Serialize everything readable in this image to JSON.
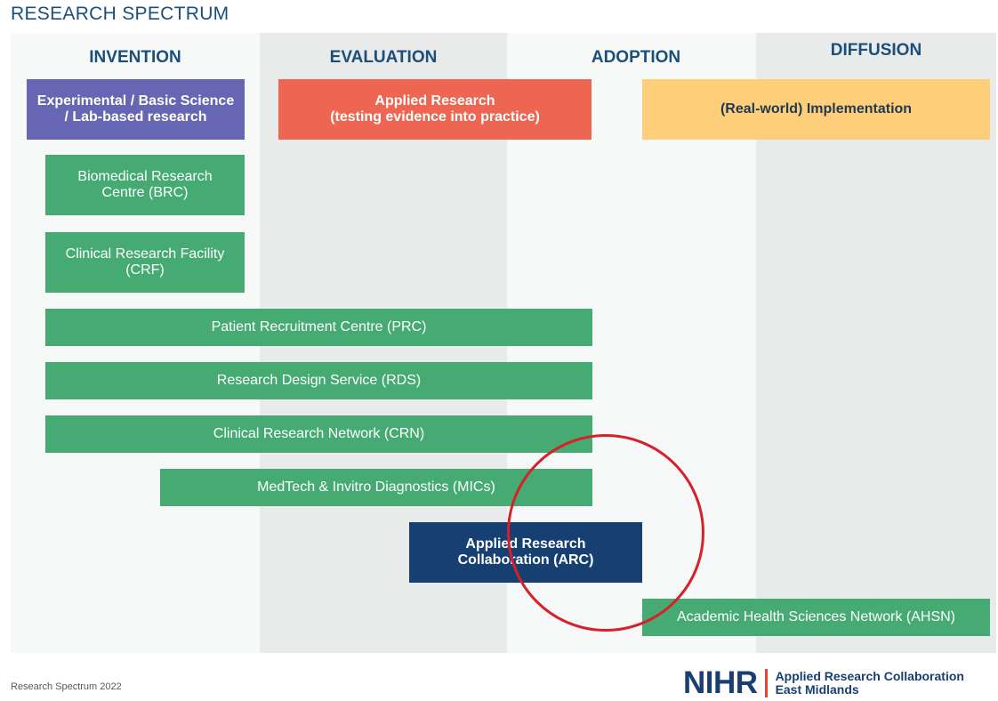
{
  "title": "RESEARCH SPECTRUM",
  "stages": [
    "INVENTION",
    "EVALUATION",
    "ADOPTION",
    "DIFFUSION"
  ],
  "categories": {
    "basic": "Experimental / Basic Science / Lab-based research",
    "applied_line1": "Applied Research",
    "applied_line2": "(testing evidence into practice)",
    "implementation": "(Real-world) Implementation"
  },
  "programmes": {
    "brc": "Biomedical Research Centre (BRC)",
    "crf": "Clinical Research Facility (CRF)",
    "prc": "Patient Recruitment Centre (PRC)",
    "rds": "Research Design Service (RDS)",
    "crn": "Clinical Research Network (CRN)",
    "mics": "MedTech & Invitro Diagnostics (MICs)",
    "arc": "Applied Research Collaboration (ARC)",
    "ahsn": "Academic Health Sciences Network (AHSN)"
  },
  "footer": {
    "caption": "Research Spectrum 2022",
    "logo_mark": "NIHR",
    "logo_line1": "Applied Research Collaboration",
    "logo_line2": "East Midlands"
  },
  "colors": {
    "title_blue": "#1b4f7a",
    "purple": "#6766b4",
    "red": "#ee6552",
    "yellow": "#fece7a",
    "green": "#45ab72",
    "navy": "#163f72",
    "highlight_circle": "#d8202a"
  }
}
